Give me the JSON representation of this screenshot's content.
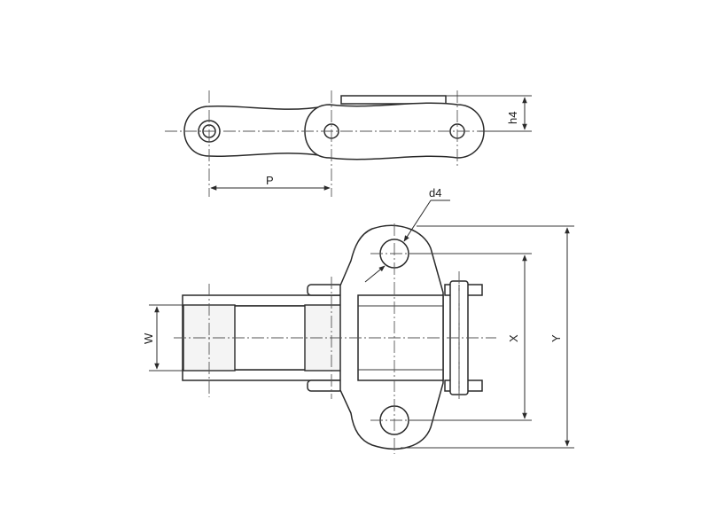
{
  "labels": {
    "p": "P",
    "h4": "h4",
    "d4": "d4",
    "w": "W",
    "x": "X",
    "y": "Y"
  }
}
